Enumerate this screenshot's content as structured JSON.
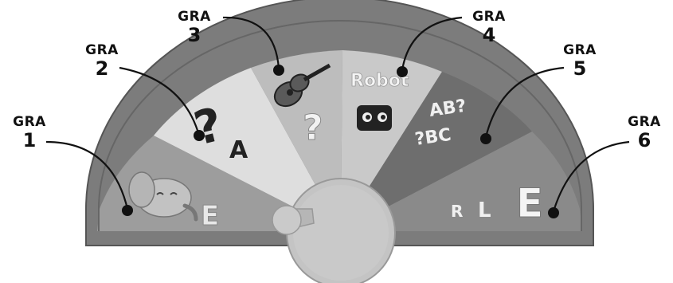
{
  "callouts": [
    {
      "label": "GRA",
      "number": "1"
    },
    {
      "label": "GRA",
      "number": "2"
    },
    {
      "label": "GRA",
      "number": "3"
    },
    {
      "label": "GRA",
      "number": "4"
    },
    {
      "label": "GRA",
      "number": "5"
    },
    {
      "label": "GRA",
      "number": "6"
    }
  ],
  "dial": {
    "segment_text": {
      "robot": "Robot",
      "question_a": "A",
      "ab": "AB?",
      "bc": "?BC",
      "r": "R",
      "l": "L",
      "e": "E",
      "elephant_e": "E"
    }
  },
  "colors": {
    "frame": "#7c7c7c",
    "frame_dark": "#5e5e5e",
    "seg1": "#9d9d9d",
    "seg2": "#dedede",
    "seg3": "#bdbdbd",
    "seg4": "#c9c9c9",
    "seg5": "#6e6e6e",
    "seg6": "#8a8a8a",
    "knob": "#c4c4c4",
    "knob_dark": "#aaaaaa",
    "ink": "#111111"
  }
}
